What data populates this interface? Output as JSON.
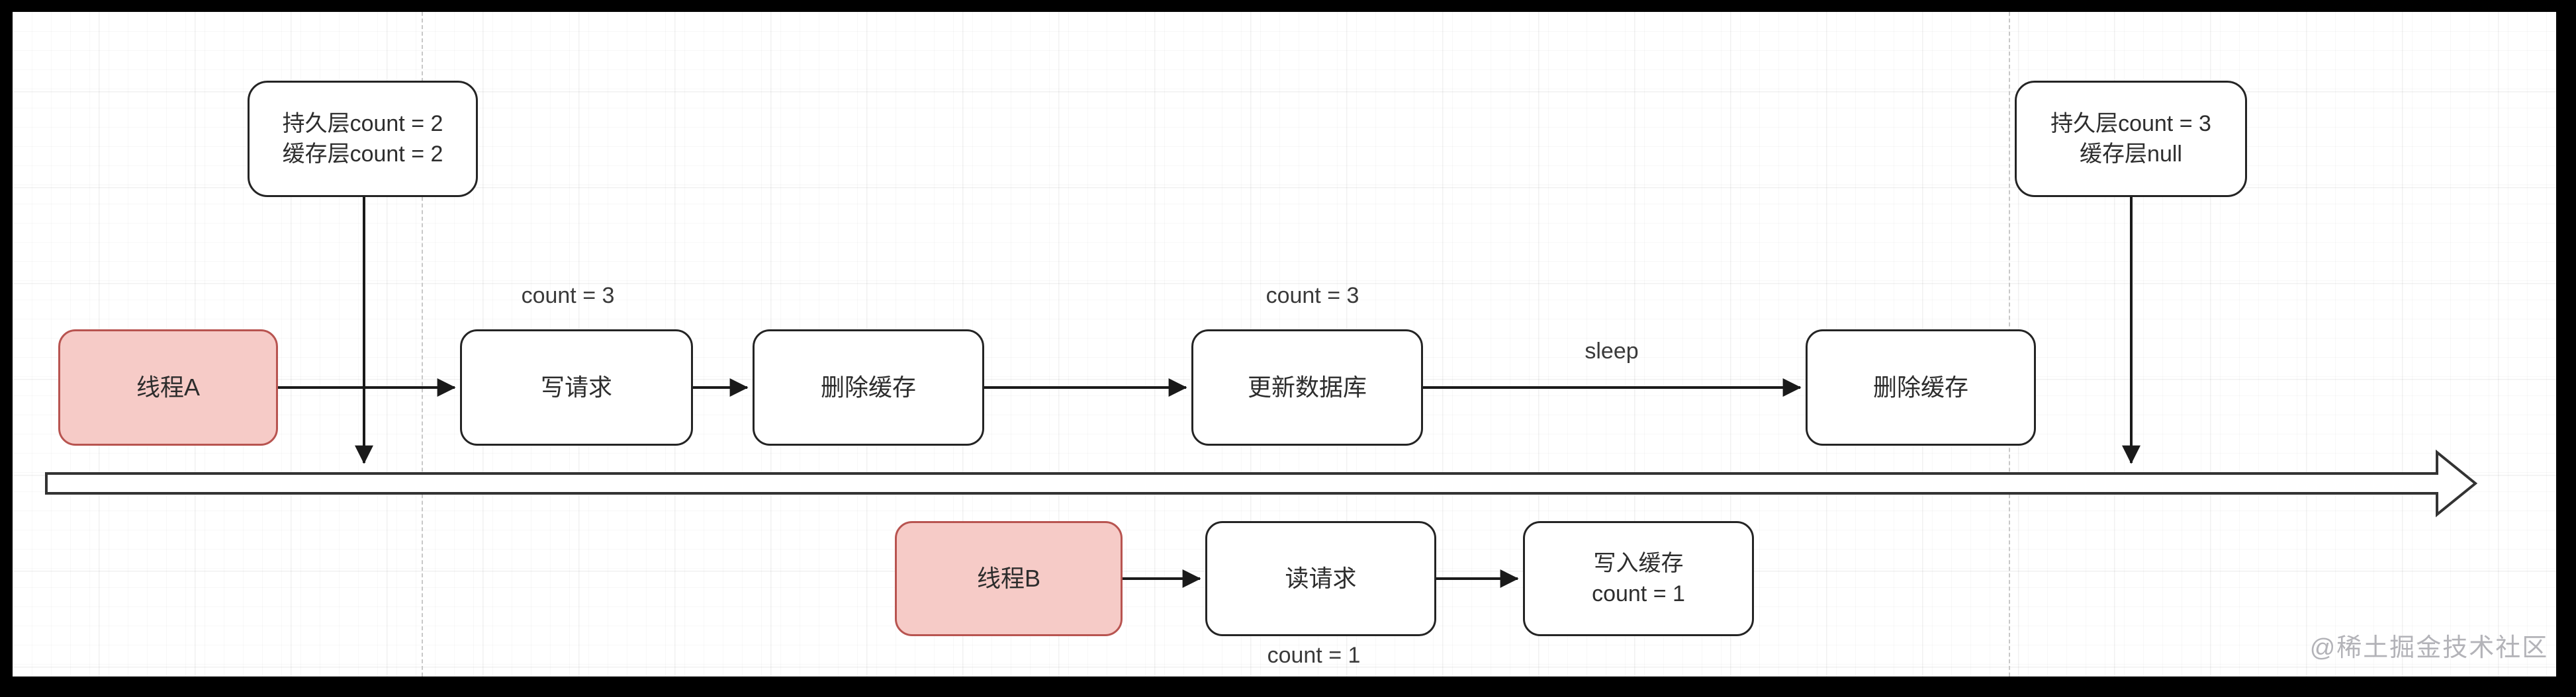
{
  "diagram": {
    "notes": {
      "before": {
        "line1": "持久层count = 2",
        "line2": "缓存层count = 2"
      },
      "after": {
        "line1": "持久层count = 3",
        "line2": "缓存层null"
      }
    },
    "threads": {
      "a": "线程A",
      "b": "线程B"
    },
    "flow_a": {
      "write_request": "写请求",
      "delete_cache_1": "删除缓存",
      "update_database": "更新数据库",
      "delete_cache_2": "删除缓存"
    },
    "flow_b": {
      "read_request": "读请求",
      "write_cache_line1": "写入缓存",
      "write_cache_line2": "count = 1"
    },
    "labels": {
      "count_write": "count = 3",
      "count_update": "count = 3",
      "sleep": "sleep",
      "count_read": "count = 1"
    },
    "watermark": "@稀土掘金技术社区",
    "colors": {
      "thread_fill": "#f6cbc7",
      "thread_stroke": "#b85450",
      "box_stroke": "#242424",
      "frame": "#000000",
      "watermark_text": "#b3b3b8"
    }
  }
}
